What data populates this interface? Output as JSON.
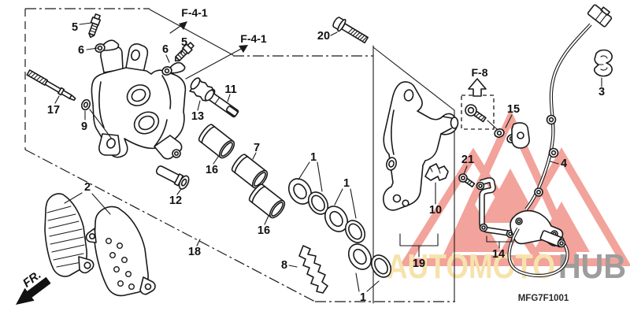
{
  "diagram": {
    "code": "MFG7F1001",
    "direction_label": "FR.",
    "section_refs": [
      {
        "label": "F-4-1"
      },
      {
        "label": "F-4-1"
      },
      {
        "label": "F-8"
      }
    ],
    "callouts": [
      {
        "label": "5"
      },
      {
        "label": "6"
      },
      {
        "label": "17"
      },
      {
        "label": "9"
      },
      {
        "label": "5"
      },
      {
        "label": "6"
      },
      {
        "label": "13"
      },
      {
        "label": "11"
      },
      {
        "label": "16"
      },
      {
        "label": "7"
      },
      {
        "label": "1"
      },
      {
        "label": "1"
      },
      {
        "label": "16"
      },
      {
        "label": "8"
      },
      {
        "label": "1"
      },
      {
        "label": "2"
      },
      {
        "label": "12"
      },
      {
        "label": "18"
      },
      {
        "label": "20"
      },
      {
        "label": "19"
      },
      {
        "label": "10"
      },
      {
        "label": "21"
      },
      {
        "label": "14"
      },
      {
        "label": "15"
      },
      {
        "label": "4"
      },
      {
        "label": "3"
      }
    ]
  },
  "watermark": {
    "brand_left": "AUTOMOTO",
    "brand_right": "HUB",
    "triangle_color": "#f0948a",
    "brand_left_color": "#f6e3ac",
    "brand_right_color": "#9e9d9b"
  },
  "colors": {
    "line": "#1a1a1a",
    "background": "#ffffff"
  }
}
